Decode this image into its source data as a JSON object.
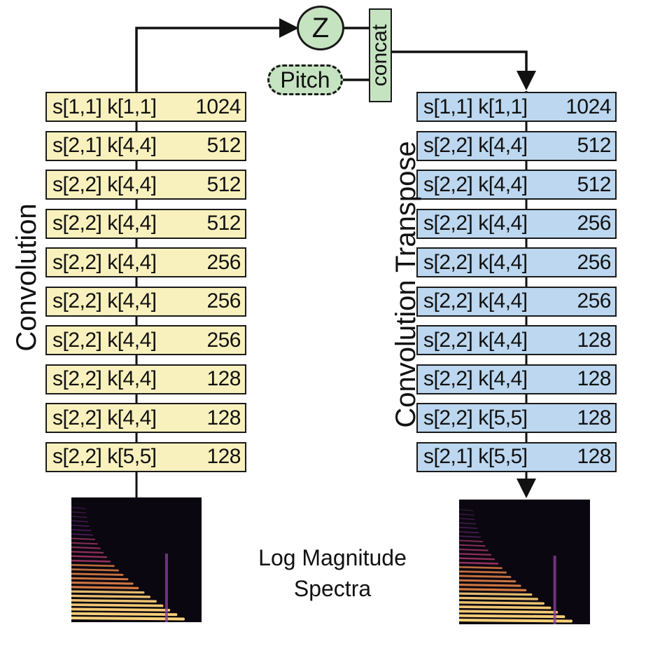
{
  "diagram": {
    "encoder": {
      "label": "Convolution",
      "layers": [
        {
          "spec": "s[1,1] k[1,1]",
          "channels": "1024"
        },
        {
          "spec": "s[2,1] k[4,4]",
          "channels": "512"
        },
        {
          "spec": "s[2,2] k[4,4]",
          "channels": "512"
        },
        {
          "spec": "s[2,2] k[4,4]",
          "channels": "512"
        },
        {
          "spec": "s[2,2] k[4,4]",
          "channels": "256"
        },
        {
          "spec": "s[2,2] k[4,4]",
          "channels": "256"
        },
        {
          "spec": "s[2,2] k[4,4]",
          "channels": "256"
        },
        {
          "spec": "s[2,2] k[4,4]",
          "channels": "128"
        },
        {
          "spec": "s[2,2] k[4,4]",
          "channels": "128"
        },
        {
          "spec": "s[2,2] k[5,5]",
          "channels": "128"
        }
      ]
    },
    "decoder": {
      "label": "Convolution Transpose",
      "layers": [
        {
          "spec": "s[1,1] k[1,1]",
          "channels": "1024"
        },
        {
          "spec": "s[2,2] k[4,4]",
          "channels": "512"
        },
        {
          "spec": "s[2,2] k[4,4]",
          "channels": "512"
        },
        {
          "spec": "s[2,2] k[4,4]",
          "channels": "256"
        },
        {
          "spec": "s[2,2] k[4,4]",
          "channels": "256"
        },
        {
          "spec": "s[2,2] k[4,4]",
          "channels": "256"
        },
        {
          "spec": "s[2,2] k[4,4]",
          "channels": "128"
        },
        {
          "spec": "s[2,2] k[4,4]",
          "channels": "128"
        },
        {
          "spec": "s[2,2] k[5,5]",
          "channels": "128"
        },
        {
          "spec": "s[2,1] k[5,5]",
          "channels": "128"
        }
      ]
    },
    "latent_node": "Z",
    "pitch_node": "Pitch",
    "concat_node": "concat",
    "caption_line1": "Log Magnitude",
    "caption_line2": "Spectra",
    "colors": {
      "encoder_fill": "#f9f1bd",
      "decoder_fill": "#bcd7ef",
      "node_fill": "#c5e3c0",
      "spectrogram_bg": "#0b0710"
    }
  }
}
